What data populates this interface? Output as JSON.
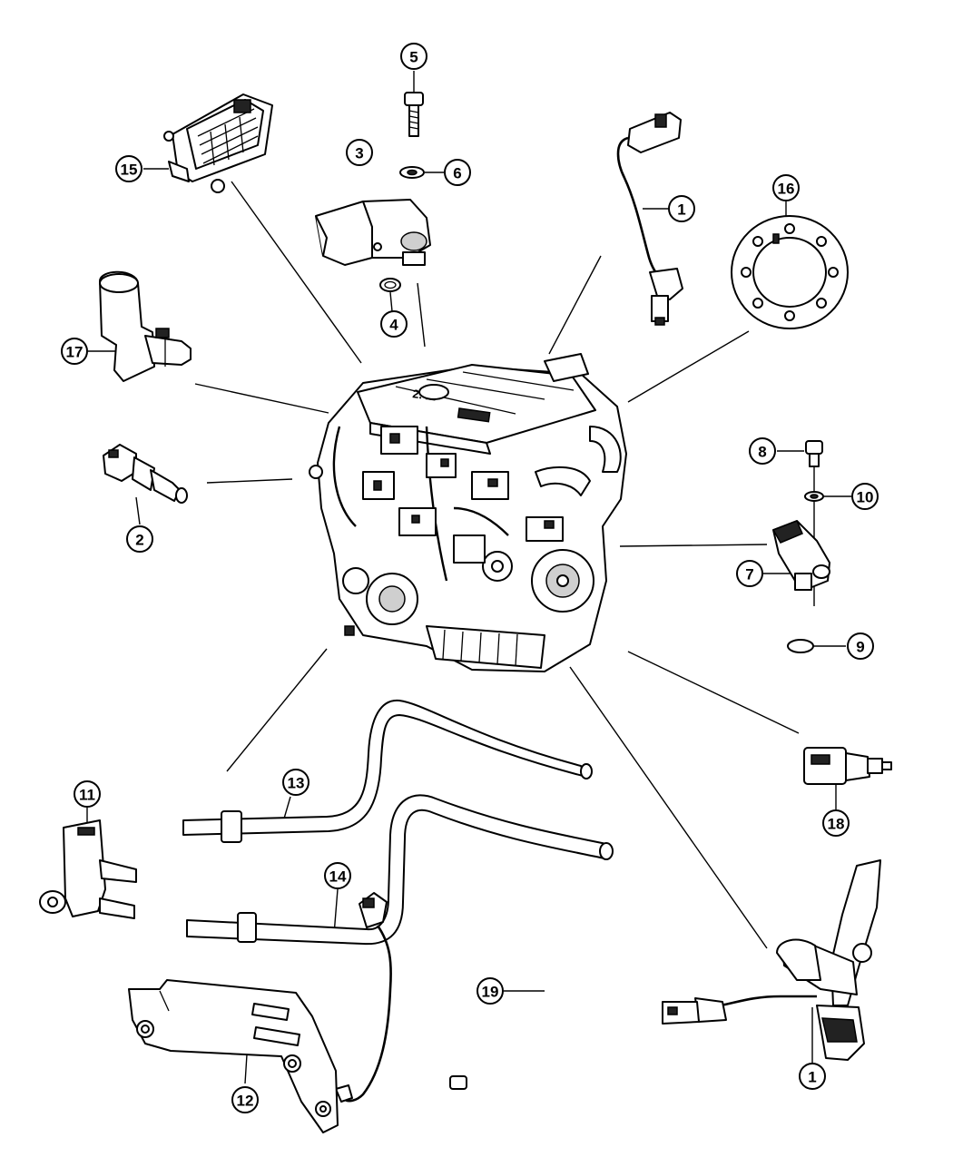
{
  "colors": {
    "ink": "#000000",
    "paper": "#ffffff",
    "shade": "#cfcfcf",
    "dark": "#222222"
  },
  "engine": {
    "badge_text": "2.4L"
  },
  "callouts": [
    {
      "id": "callout-1-top",
      "label": "1"
    },
    {
      "id": "callout-1-bottom",
      "label": "1"
    },
    {
      "id": "callout-2",
      "label": "2"
    },
    {
      "id": "callout-3",
      "label": "3"
    },
    {
      "id": "callout-4",
      "label": "4"
    },
    {
      "id": "callout-5",
      "label": "5"
    },
    {
      "id": "callout-6",
      "label": "6"
    },
    {
      "id": "callout-7",
      "label": "7"
    },
    {
      "id": "callout-8",
      "label": "8"
    },
    {
      "id": "callout-9",
      "label": "9"
    },
    {
      "id": "callout-10",
      "label": "10"
    },
    {
      "id": "callout-11",
      "label": "11"
    },
    {
      "id": "callout-12",
      "label": "12"
    },
    {
      "id": "callout-13",
      "label": "13"
    },
    {
      "id": "callout-14",
      "label": "14"
    },
    {
      "id": "callout-15",
      "label": "15"
    },
    {
      "id": "callout-16",
      "label": "16"
    },
    {
      "id": "callout-17",
      "label": "17"
    },
    {
      "id": "callout-18",
      "label": "18"
    },
    {
      "id": "callout-19",
      "label": "19"
    }
  ]
}
